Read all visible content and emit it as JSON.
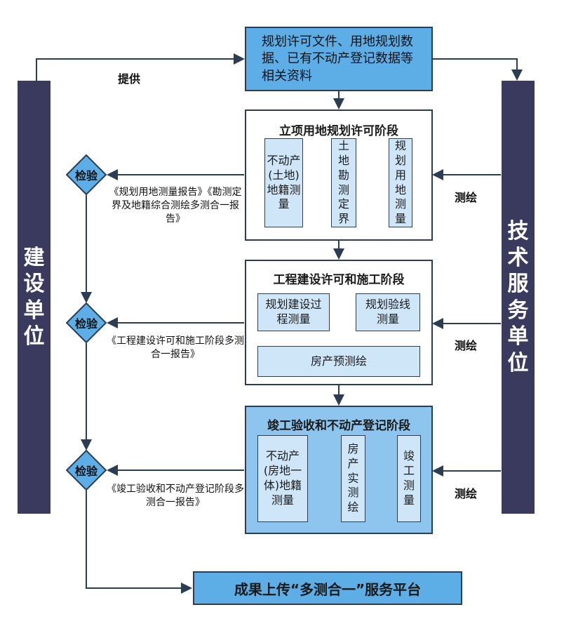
{
  "left_actor": {
    "label": "建设单位"
  },
  "right_actor": {
    "label": "技术服务单位"
  },
  "top_input": {
    "label": "规划许可文件、用地规划数据、已有不动产登记数据等相关资料"
  },
  "edge_labels": {
    "provide": "提供",
    "survey1": "测绘",
    "survey2": "测绘",
    "survey3": "测绘"
  },
  "stage1": {
    "title": "立项用地规划许可阶段",
    "items": [
      "规划用地测量",
      "土地勘测定界",
      "不动产(土地)地籍测量"
    ]
  },
  "stage2": {
    "title": "工程建设许可和施工阶段",
    "items": [
      "规划验线测量",
      "规划建设过程测量",
      "房产预测绘"
    ]
  },
  "stage3": {
    "title": "竣工验收和不动产登记阶段",
    "items": [
      "竣工测量",
      "房产实测绘",
      "不动产(房地一体)地籍测量"
    ]
  },
  "checks": [
    {
      "label": "检验",
      "report": "《规划用地测量报告》《勘测定界及地籍综合测绘多测合一报告》"
    },
    {
      "label": "检验",
      "report": "《工程建设许可和施工阶段多测合一报告》"
    },
    {
      "label": "检验",
      "report": "《竣工验收和不动产登记阶段多测合一报告》"
    }
  ],
  "output": {
    "label": "成果上传“多测合一”服务平台"
  }
}
